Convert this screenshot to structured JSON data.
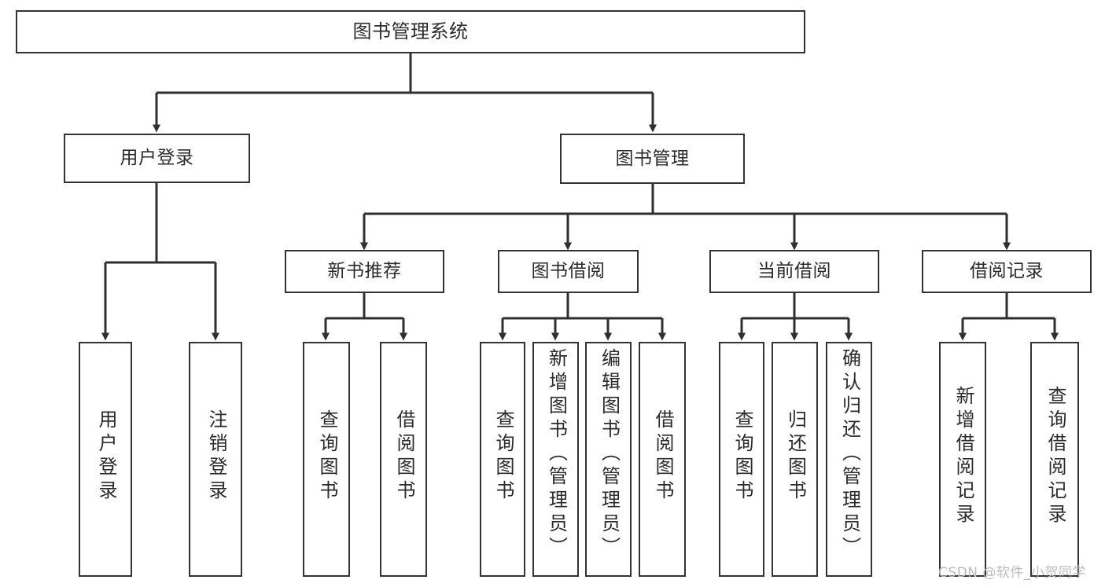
{
  "diagram": {
    "type": "tree",
    "title": "图书管理系统",
    "root": {
      "label": "图书管理系统"
    },
    "level1": [
      {
        "label": "用户登录"
      },
      {
        "label": "图书管理"
      }
    ],
    "level2": [
      {
        "label": "新书推荐"
      },
      {
        "label": "图书借阅"
      },
      {
        "label": "当前借阅"
      },
      {
        "label": "借阅记录"
      }
    ],
    "leaves": {
      "user_login": [
        {
          "label": "用户登录"
        },
        {
          "label": "注销登录"
        }
      ],
      "new_book_recommend": [
        {
          "label": "查询图书"
        },
        {
          "label": "借阅图书"
        }
      ],
      "book_borrow": [
        {
          "label": "查询图书"
        },
        {
          "label": "新增图书（管理员）"
        },
        {
          "label": "编辑图书（管理员）"
        },
        {
          "label": "借阅图书"
        }
      ],
      "current_borrow": [
        {
          "label": "查询图书"
        },
        {
          "label": "归还图书"
        },
        {
          "label": "确认归还（管理员）"
        }
      ],
      "borrow_record": [
        {
          "label": "新增借阅记录"
        },
        {
          "label": "查询借阅记录"
        }
      ]
    },
    "watermark": "CSDN @软件_小贺同学",
    "colors": {
      "border": "#333333",
      "text": "#2b2b2b",
      "background": "#ffffff",
      "watermark": "#bcbcbc"
    }
  }
}
